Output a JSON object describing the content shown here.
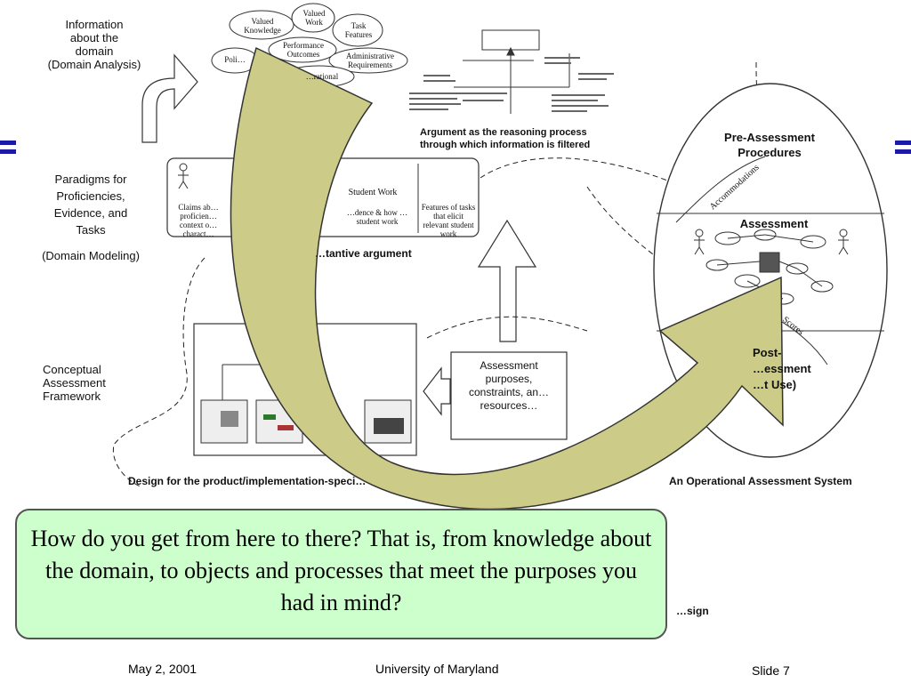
{
  "left_labels": {
    "domain_analysis": [
      "Information",
      "about the",
      "domain",
      "(Domain Analysis)"
    ],
    "domain_modeling": [
      "Paradigms for",
      "Proficiencies,",
      "Evidence, and",
      "Tasks",
      "(Domain Modeling)"
    ],
    "framework": [
      "Conceptual",
      "Assessment",
      "Framework"
    ]
  },
  "clouds": [
    "Valued Knowledge",
    "Valued Work",
    "Task Features",
    "Performance Outcomes",
    "Administrative Requirements",
    "Poli…",
    "…rational"
  ],
  "argument_caption": [
    "Argument as the reasoning process",
    "through which information is filtered"
  ],
  "paradigm_panels": [
    "Claims ab… proficien… context o… charact…",
    "Student Work",
    "…dence & how … student work",
    "Features of tasks that elicit relevant student work"
  ],
  "substantive_argument": "…tantive argument",
  "purposes_box": [
    "Assessment",
    "purposes,",
    "constraints, an…",
    "resources…"
  ],
  "design_caption": "Design for the product/implementation-speci…",
  "oval": {
    "pre": [
      "Pre-Assessment",
      "Procedures"
    ],
    "accommodations": "Accommodations",
    "assessment": "Assessment",
    "scores": "Scores",
    "post": [
      "Post-",
      "…essment",
      "…t Use)"
    ]
  },
  "operational_caption": "An Operational Assessment System",
  "design_tail": "…sign",
  "callout_text": "How do you get from here to there?  That is, from knowledge about the domain, to objects and processes that meet the purposes you had in mind?",
  "footer": {
    "date": "May 2, 2001",
    "org": "University of Maryland",
    "slide": "Slide 7"
  },
  "colors": {
    "arrow_fill": "#cccc88",
    "arrow_stroke": "#333333",
    "callout_fill": "#ccffcc",
    "side_marker": "#1a1aa6"
  }
}
